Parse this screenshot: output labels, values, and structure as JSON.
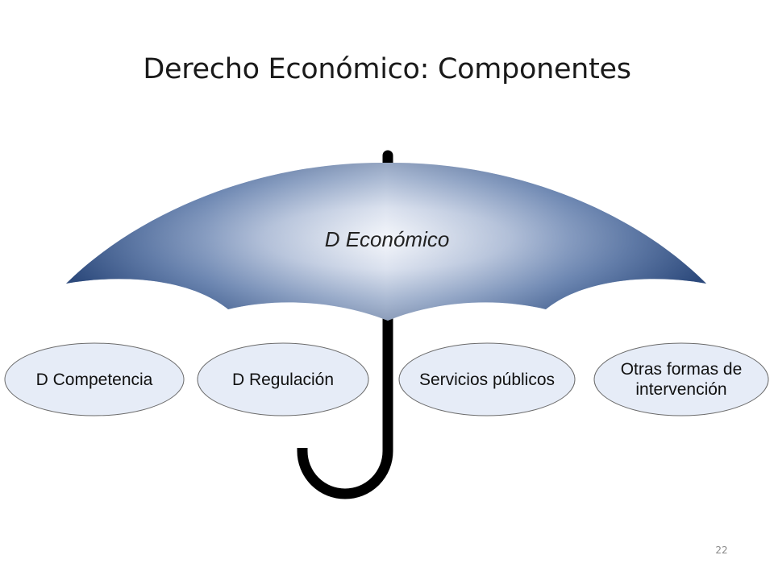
{
  "slide": {
    "title": "Derecho Económico: Componentes",
    "page_number": "22"
  },
  "umbrella": {
    "label": "D Económico",
    "colors": {
      "canopy_edge": "#2c4a7c",
      "canopy_center": "#f3f5fa",
      "handle": "#000000"
    }
  },
  "components": [
    {
      "label": "D Competencia"
    },
    {
      "label": "D Regulación"
    },
    {
      "label": "Servicios públicos"
    },
    {
      "label": "Otras formas de intervención"
    }
  ],
  "component_style": {
    "fill": "#e6ecf7",
    "stroke": "#6b6b6b"
  }
}
